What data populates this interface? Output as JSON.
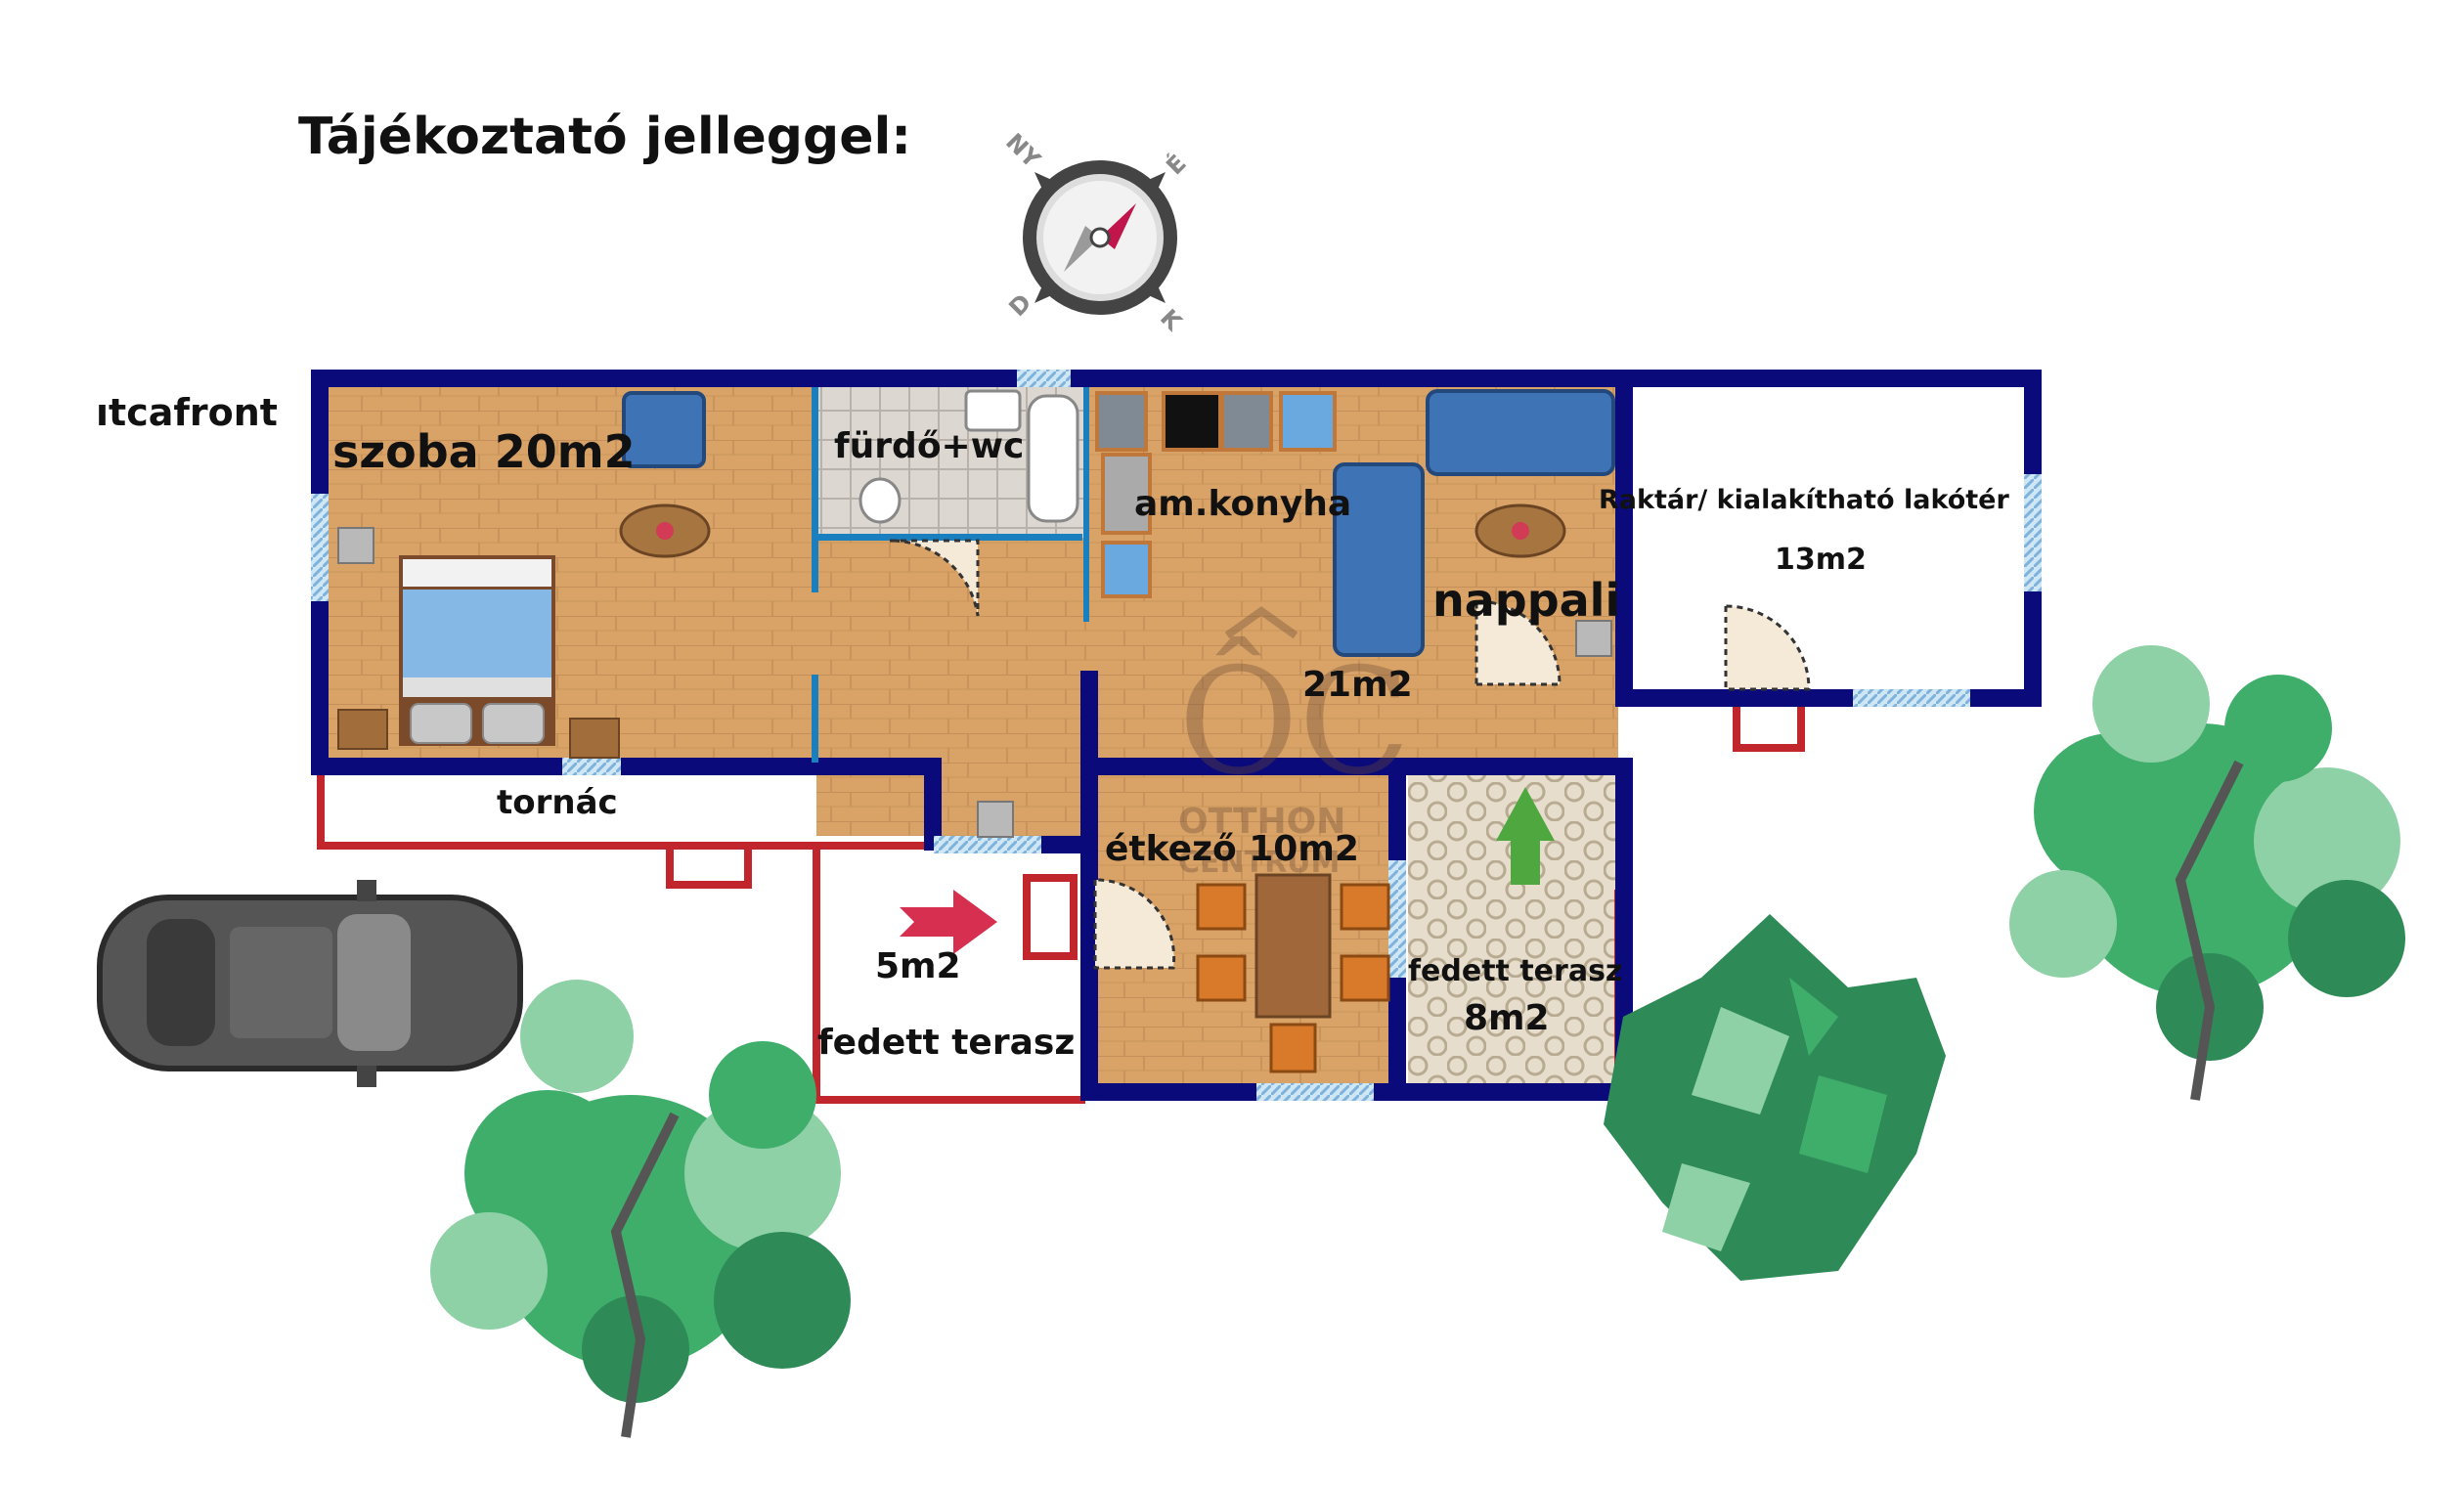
{
  "header": {
    "title": "Tájékoztató jelleggel:"
  },
  "compass": {
    "north": "NY",
    "east": "É",
    "south": "D",
    "west": "K"
  },
  "labels": {
    "street": "ıtcafront",
    "room": "szoba 20m2",
    "bath": "fürdő+wc",
    "kitchen": "am.konyha",
    "living": "nappali",
    "living_area": "21m2",
    "storage": "Raktár/ kialakítható lakótér",
    "storage_area": "13m2",
    "porch": "tornác",
    "dining": "étkező 10m2",
    "terrace_small_area": "5m2",
    "terrace_small": "fedett terasz",
    "terrace_right": "fedett terasz",
    "terrace_right_area": "8m2"
  },
  "watermark": {
    "line1": "OTTHON",
    "line2": "CENTRUM"
  },
  "colors": {
    "wall": "#0a0a7a",
    "floor": "#d9a368",
    "tile": "#d8d3cc",
    "red_outline": "#c0262b",
    "window": "#9fc9e8",
    "tree_dark": "#2e8b57",
    "tree_mid": "#3fae6b",
    "tree_light": "#8fd1a6",
    "car": "#555555"
  }
}
